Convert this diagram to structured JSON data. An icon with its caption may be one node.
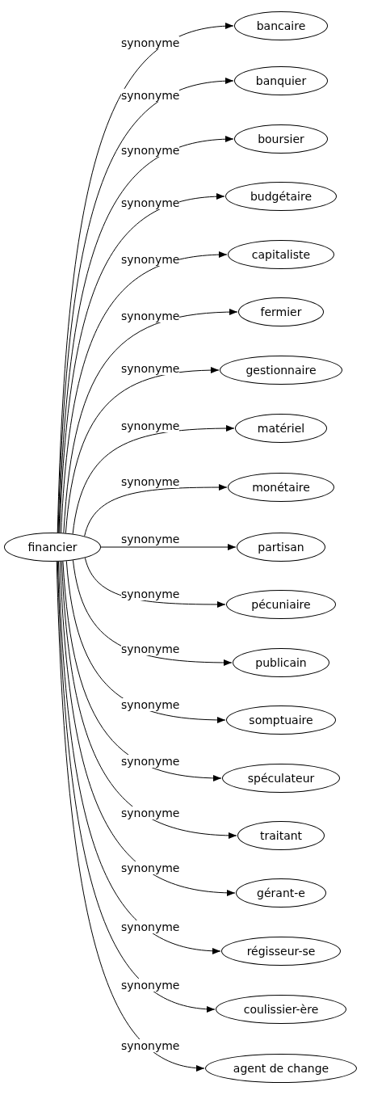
{
  "diagram": {
    "nodes": [
      {
        "text": [
          "financier"
        ]
      },
      {
        "text": [
          "bancaire"
        ]
      },
      {
        "text": [
          "banquier"
        ]
      },
      {
        "text": [
          "boursier"
        ]
      },
      {
        "text": [
          "budgétaire"
        ]
      },
      {
        "text": [
          "capitaliste"
        ]
      },
      {
        "text": [
          "fermier"
        ]
      },
      {
        "text": [
          "gestionnaire"
        ]
      },
      {
        "text": [
          "matériel"
        ]
      },
      {
        "text": [
          "monétaire"
        ]
      },
      {
        "text": [
          "partisan"
        ]
      },
      {
        "text": [
          "pécuniaire"
        ]
      },
      {
        "text": [
          "publicain"
        ]
      },
      {
        "text": [
          "somptuaire"
        ]
      },
      {
        "text": [
          "spéculateur"
        ]
      },
      {
        "text": [
          "traitant"
        ]
      },
      {
        "text": [
          "gérant-e"
        ]
      },
      {
        "text": [
          "régisseur-se"
        ]
      },
      {
        "text": [
          "coulissier-ère"
        ]
      },
      {
        "text": [
          "agent de change"
        ]
      }
    ],
    "edges": [
      {
        "from": 0,
        "to": 1,
        "arrow": "to",
        "label": "synonyme"
      },
      {
        "from": 0,
        "to": 2,
        "arrow": "to",
        "label": "synonyme"
      },
      {
        "from": 0,
        "to": 3,
        "arrow": "to",
        "label": "synonyme"
      },
      {
        "from": 0,
        "to": 4,
        "arrow": "to",
        "label": "synonyme"
      },
      {
        "from": 0,
        "to": 5,
        "arrow": "to",
        "label": "synonyme"
      },
      {
        "from": 0,
        "to": 6,
        "arrow": "to",
        "label": "synonyme"
      },
      {
        "from": 0,
        "to": 7,
        "arrow": "to",
        "label": "synonyme"
      },
      {
        "from": 0,
        "to": 8,
        "arrow": "to",
        "label": "synonyme"
      },
      {
        "from": 0,
        "to": 9,
        "arrow": "to",
        "label": "synonyme"
      },
      {
        "from": 0,
        "to": 10,
        "arrow": "to",
        "label": "synonyme"
      },
      {
        "from": 0,
        "to": 11,
        "arrow": "to",
        "label": "synonyme"
      },
      {
        "from": 0,
        "to": 12,
        "arrow": "to",
        "label": "synonyme"
      },
      {
        "from": 0,
        "to": 13,
        "arrow": "to",
        "label": "synonyme"
      },
      {
        "from": 0,
        "to": 14,
        "arrow": "to",
        "label": "synonyme"
      },
      {
        "from": 0,
        "to": 15,
        "arrow": "to",
        "label": "synonyme"
      },
      {
        "from": 0,
        "to": 16,
        "arrow": "to",
        "label": "synonyme"
      },
      {
        "from": 0,
        "to": 17,
        "arrow": "to",
        "label": "synonyme"
      },
      {
        "from": 0,
        "to": 18,
        "arrow": "to",
        "label": "synonyme"
      },
      {
        "from": 0,
        "to": 19,
        "arrow": "to",
        "label": "synonyme"
      }
    ]
  }
}
